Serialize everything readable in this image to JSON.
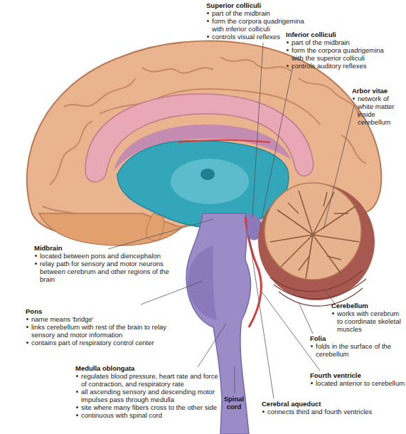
{
  "diagram": {
    "labels": [
      "Superior colliculi",
      "part of the midbrain",
      "form the corpora quadrigemina with inferior colliculi",
      "controls visual reflexes",
      "Inferior colliculi",
      "part of the midbrain",
      "form the corpora quadrigemina with the superior colliculi",
      "controls auditory reflexes",
      "Arbor vitae",
      "network of white matter inside cerebellum",
      "Midbrain",
      "located between pons and diencephalon",
      "relay path for sensory and motor neurons between cerebrum and other regions of the brain",
      "Pons",
      "name means 'bridge'",
      "links cerebellum with rest of the brain to relay sensory and motor information",
      "contains part of respiratory control center",
      "Medulla oblongata",
      "regulates blood pressure, heart rate and force of contraction, and respiratory rate",
      "all ascending sensory and descending motor impulses pass through medulla",
      "site where many fibers cross to the other side",
      "continuous with spinal cord",
      "Spinal cord",
      "Cerebral aqueduct",
      "connects third and fourth ventricles",
      "Fourth ventricle",
      "located anterior to cerebellum",
      "Cerebellum",
      "works with cerebrum to coordinate skeletal muscles",
      "Folia",
      "folds in the surface of the cerebellum"
    ]
  }
}
